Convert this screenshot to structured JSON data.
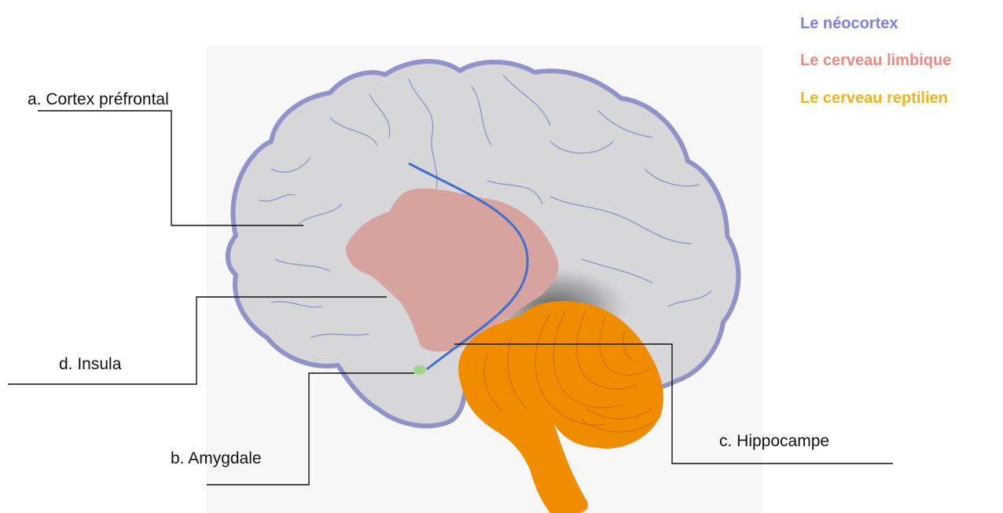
{
  "legend": {
    "neocortex": "Le néocortex",
    "limbique": "Le cerveau limbique",
    "reptilien": "Le cerveau reptilien"
  },
  "labels": {
    "a": "a. Cortex préfrontal",
    "d": "d. Insula",
    "b": "b. Amygdale",
    "c": "c. Hippocampe"
  },
  "colors": {
    "neocortex": "#7b82e6",
    "limbique": "#f08a80",
    "reptilien": "#f2b51b",
    "brain_fill": "#d7d7da",
    "brain_outline": "#8f93c8",
    "limbic_fill": "#d6a39f",
    "reptilian_fill": "#f08c00",
    "hippocampus_line": "#3f6fd0",
    "amygdala_fill": "#9fd48a"
  }
}
